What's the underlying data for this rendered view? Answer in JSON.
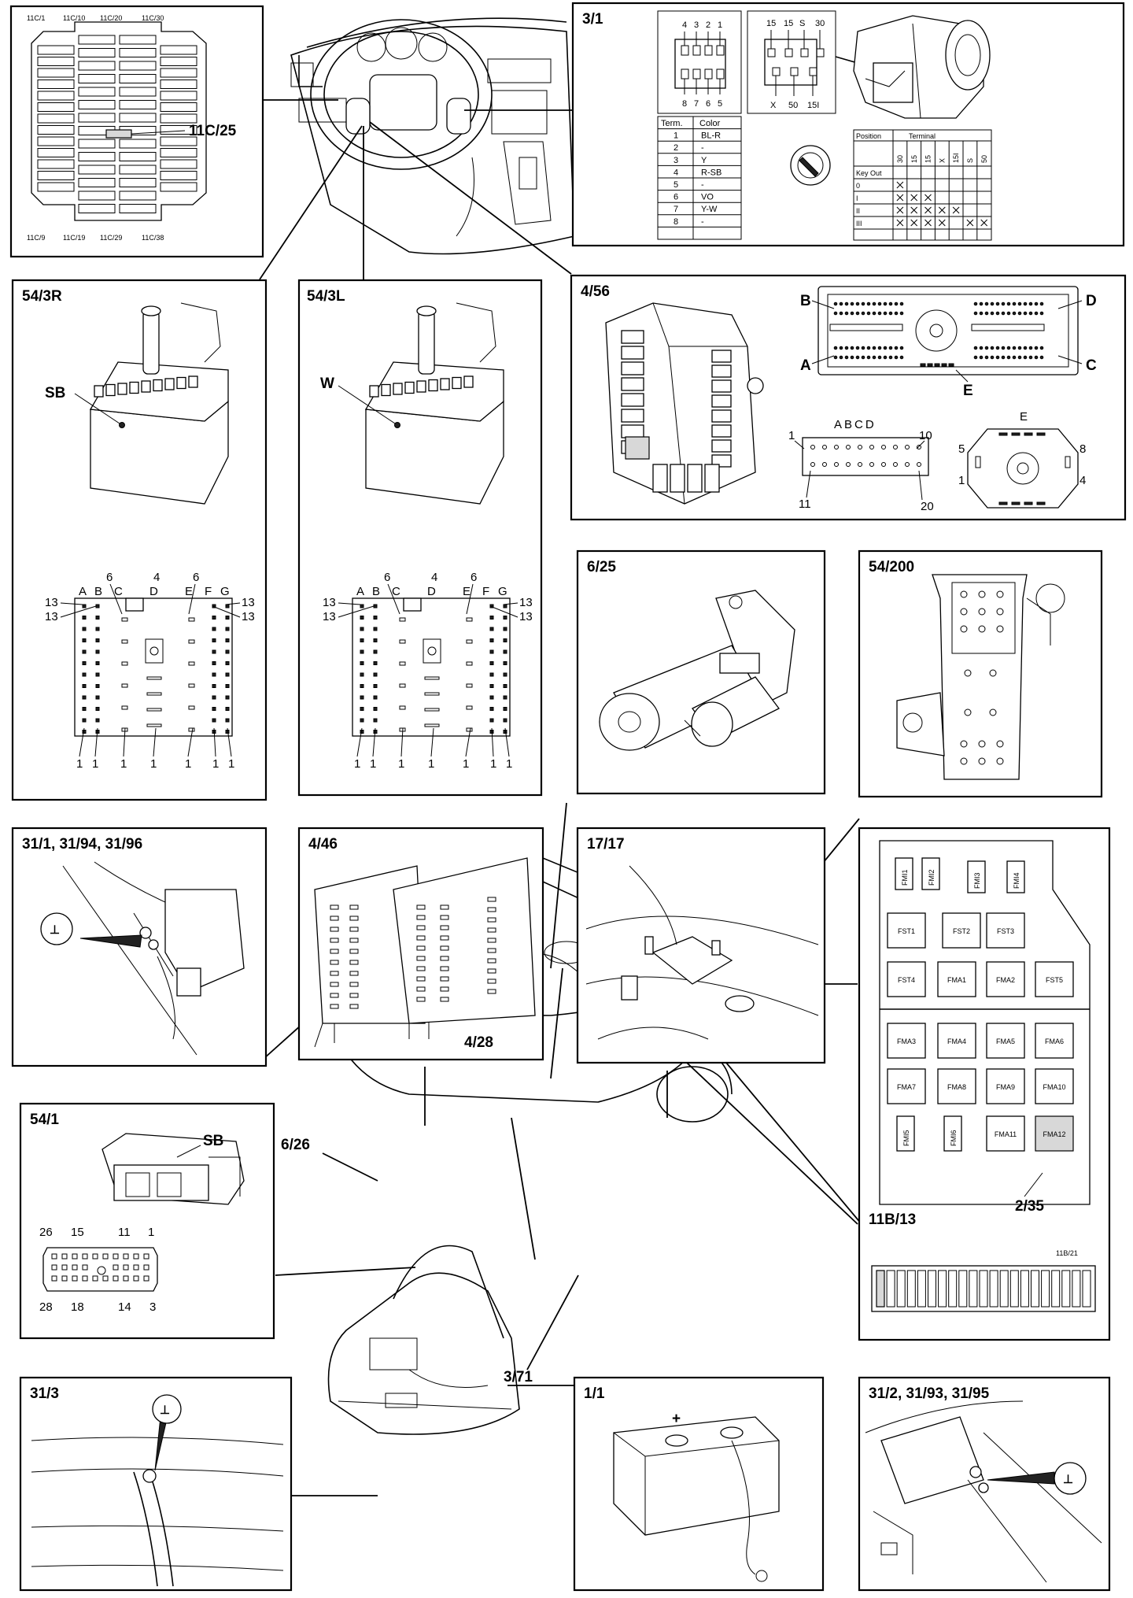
{
  "panels": {
    "p_11c": {
      "label": "",
      "callout": "11C/25",
      "pins_top": [
        "11C/1",
        "11C/10",
        "11C/20",
        "11C/30"
      ],
      "pins_bottom": [
        "11C/9",
        "11C/19",
        "11C/29",
        "11C/38"
      ]
    },
    "p_3_1": {
      "label": "3/1",
      "top_pins_a": [
        "4",
        "3",
        "2",
        "1"
      ],
      "bot_pins_a": [
        "8",
        "7",
        "6",
        "5"
      ],
      "top_pins_b": [
        "15",
        "15",
        "S",
        "30"
      ],
      "bot_pins_b": [
        "X",
        "50",
        "15I"
      ],
      "table_head": [
        "Term.",
        "Color"
      ],
      "table_rows": [
        [
          "1",
          "BL-R"
        ],
        [
          "2",
          "-"
        ],
        [
          "3",
          "Y"
        ],
        [
          "4",
          "R-SB"
        ],
        [
          "5",
          "-"
        ],
        [
          "6",
          "VO"
        ],
        [
          "7",
          "Y-W"
        ],
        [
          "8",
          "-"
        ]
      ],
      "sw_head": [
        "Position",
        "Terminal"
      ],
      "sw_cols": [
        "30",
        "15",
        "15",
        "X",
        "15I",
        "S",
        "50"
      ],
      "sw_rows": [
        "Key Out",
        "0",
        "I",
        "II",
        "III"
      ]
    },
    "p_54_3r": {
      "label": "54/3R",
      "callout": "SB",
      "letters": [
        "A",
        "B",
        "C",
        "D",
        "E",
        "F",
        "G"
      ],
      "n6a": "6",
      "n4": "4",
      "n6b": "6",
      "n13": "13",
      "n1": "1"
    },
    "p_54_3l": {
      "label": "54/3L",
      "callout": "W",
      "letters": [
        "A",
        "B",
        "C",
        "D",
        "E",
        "F",
        "G"
      ],
      "n6a": "6",
      "n4": "4",
      "n6b": "6",
      "n13": "13",
      "n1": "1"
    },
    "p_4_56": {
      "label": "4/56",
      "letters_big": [
        "B",
        "D",
        "A",
        "C",
        "E"
      ],
      "n1": "1",
      "n10": "10",
      "n11": "11",
      "n20": "20",
      "abcd": "ABCD",
      "e_small": "E",
      "n5": "5",
      "n8": "8",
      "n1b": "1",
      "n4": "4"
    },
    "p_6_25": {
      "label": "6/25"
    },
    "p_54_200": {
      "label": "54/200"
    },
    "p_31_1": {
      "label": "31/1, 31/94, 31/96",
      "ground": "⊥"
    },
    "p_4_46": {
      "label": "4/46",
      "sub": "4/28"
    },
    "p_17_17": {
      "label": "17/17"
    },
    "p_fuse": {
      "label": "",
      "fmi": [
        "FMI1",
        "FMI2",
        "FMI3",
        "FMI4"
      ],
      "fst": [
        "FST1",
        "FST2",
        "FST3",
        "FST4",
        "FMA1",
        "FMA2",
        "FST5"
      ],
      "fma": [
        "FMA3",
        "FMA4",
        "FMA5",
        "FMA6",
        "FMA7",
        "FMA8",
        "FMA9",
        "FMA10",
        "FMI5",
        "FMI6",
        "FMA11",
        "FMA12"
      ],
      "callout": "2/35"
    },
    "p_11b": {
      "label": "11B/13",
      "end": "11B/21"
    },
    "p_54_1": {
      "label": "54/1",
      "callout": "SB",
      "top": [
        "26",
        "15",
        "11",
        "1"
      ],
      "bottom": [
        "28",
        "18",
        "14",
        "3"
      ]
    },
    "p_31_3": {
      "label": "31/3",
      "ground": "⊥"
    },
    "p_1_1": {
      "label": "1/1",
      "plus": "+"
    },
    "p_31_2": {
      "label": "31/2, 31/93, 31/95",
      "ground": "⊥"
    }
  },
  "floating": {
    "l_6_26": "6/26",
    "l_3_71": "3/71"
  }
}
